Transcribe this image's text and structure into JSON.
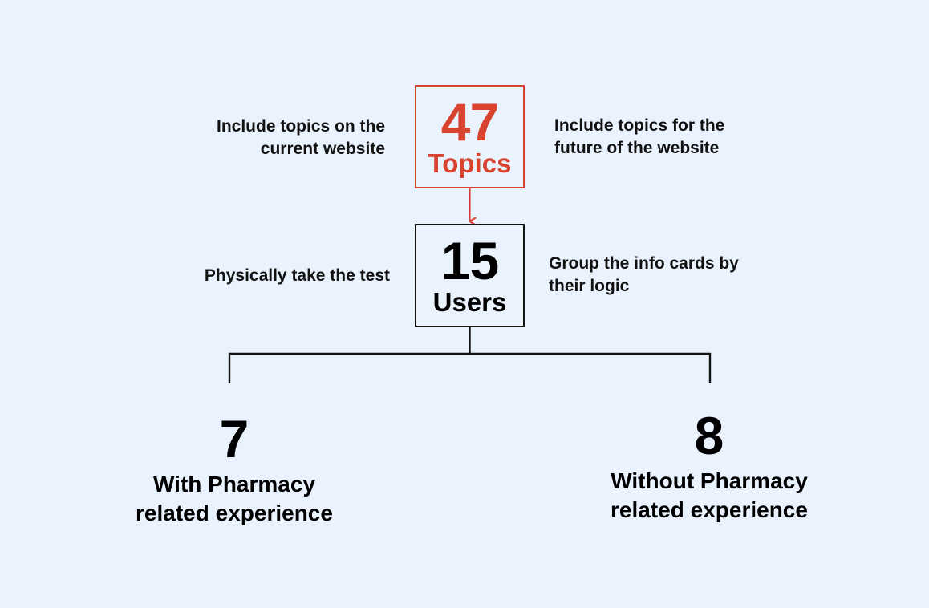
{
  "topics": {
    "number": "47",
    "label": "Topics",
    "note_left": [
      "Include topics on the",
      "current website"
    ],
    "note_right": [
      "Include topics for the",
      "future of the website"
    ],
    "color": "#D8432F"
  },
  "users": {
    "number": "15",
    "label": "Users",
    "note_left": "Physically take the test",
    "note_right": [
      "Group the info cards by",
      "their logic"
    ]
  },
  "groups": [
    {
      "number": "7",
      "lines": [
        "With Pharmacy",
        "related experience"
      ]
    },
    {
      "number": "8",
      "lines": [
        "Without Pharmacy",
        "related experience"
      ]
    }
  ],
  "colors": {
    "background": "#EAF2FD",
    "accent": "#D8432F",
    "text": "#000000"
  }
}
